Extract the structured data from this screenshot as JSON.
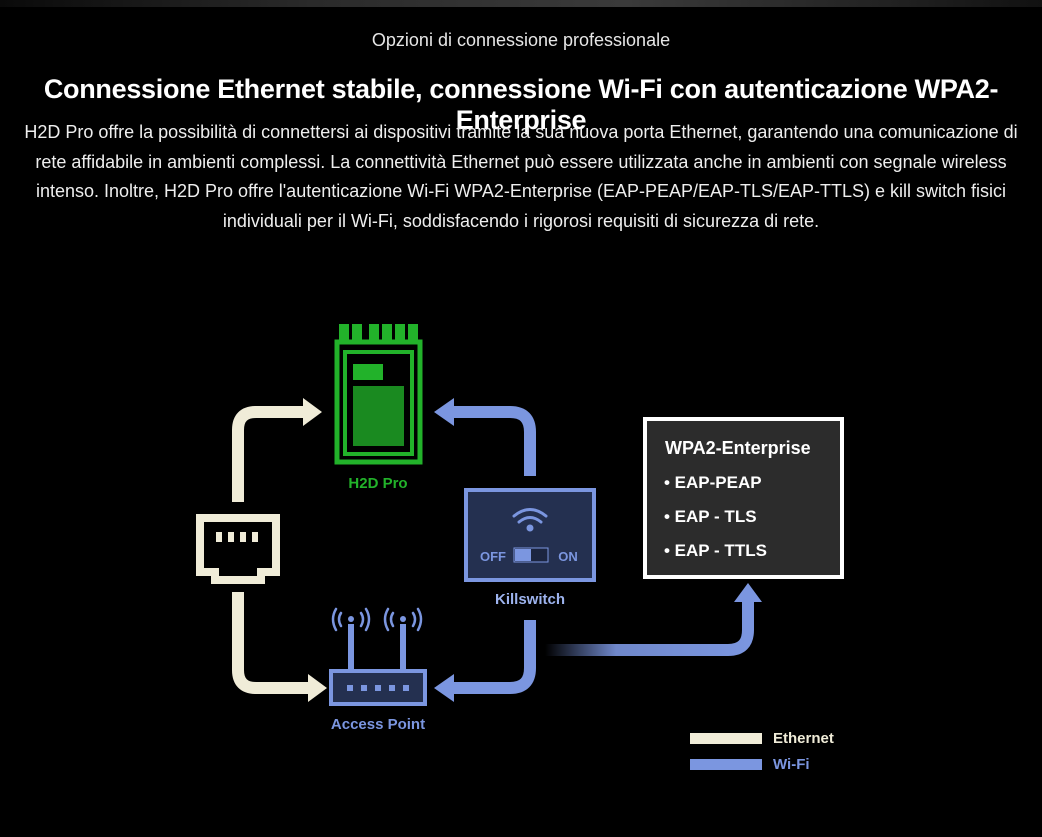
{
  "section": {
    "eyebrow": "Opzioni di connessione professionale",
    "title": "Connessione Ethernet stabile, connessione Wi-Fi con autenticazione WPA2-Enterprise",
    "description": "H2D Pro offre la possibilità di connettersi ai dispositivi tramite la sua nuova porta Ethernet, garantendo una comunicazione di rete affidabile in ambienti complessi. La connettività Ethernet può essere utilizzata anche in ambienti con segnale wireless intenso. Inoltre, H2D Pro offre l'autenticazione Wi-Fi WPA2-Enterprise (EAP-PEAP/EAP-TLS/EAP-TTLS) e kill switch fisici individuali per il Wi-Fi, soddisfacendo i rigorosi requisiti di sicurezza di rete."
  },
  "diagram": {
    "device_label": "H2D Pro",
    "killswitch_label": "Killswitch",
    "killswitch_off": "OFF",
    "killswitch_on": "ON",
    "access_point_label": "Access Point",
    "security_box": {
      "title": "WPA2-Enterprise",
      "items": [
        "• EAP-PEAP",
        "• EAP - TLS",
        "• EAP - TTLS"
      ]
    },
    "legend": [
      {
        "label": "Ethernet",
        "color": "#f0ecd8"
      },
      {
        "label": "Wi-Fi",
        "color": "#7b96e0"
      }
    ],
    "colors": {
      "ethernet": "#f0ecd8",
      "wifi": "#7b96e0",
      "device": "#22b22a",
      "background": "#000000"
    },
    "icons": [
      "chip-icon",
      "ethernet-port-icon",
      "wifi-icon",
      "toggle-switch-icon",
      "router-icon"
    ]
  }
}
